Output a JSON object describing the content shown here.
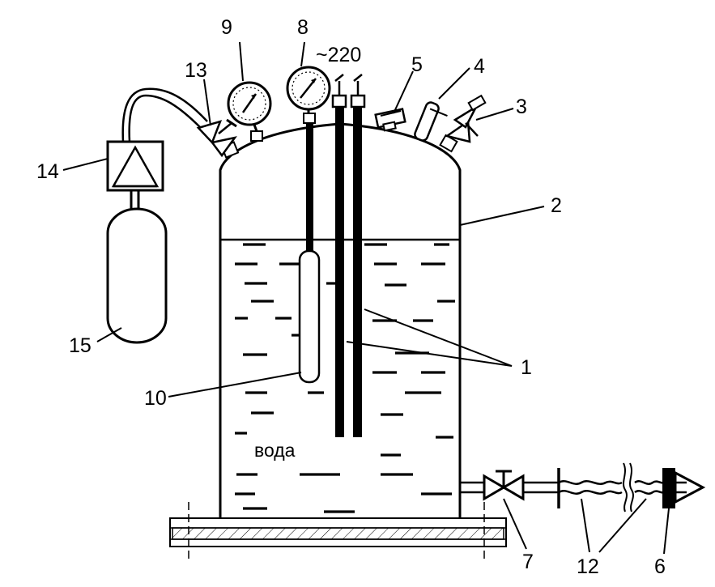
{
  "labels": {
    "n1": "1",
    "n2": "2",
    "n3": "3",
    "n4": "4",
    "n5": "5",
    "n6": "6",
    "n7": "7",
    "n8": "8",
    "n9": "9",
    "n10": "10",
    "n12": "12",
    "n13": "13",
    "n14": "14",
    "n15": "15",
    "voltage": "~220",
    "water": "вода"
  }
}
